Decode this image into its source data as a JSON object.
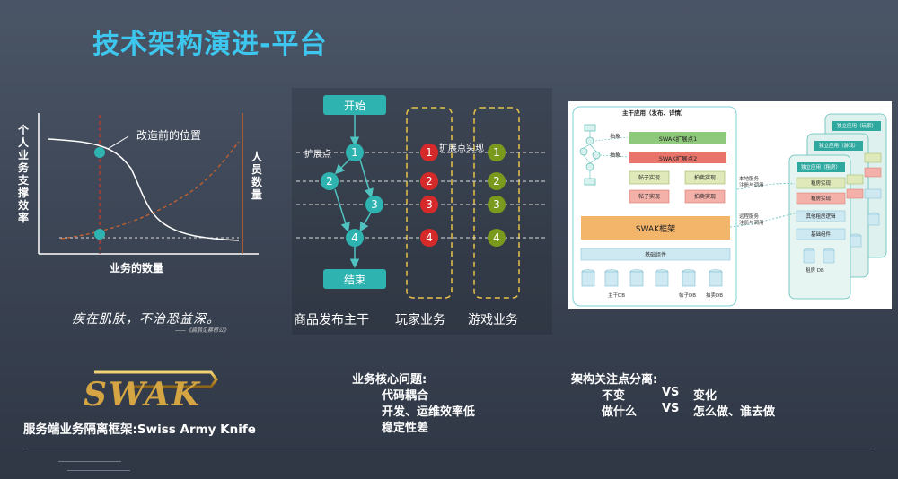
{
  "title": "技术架构演进-平台",
  "chart": {
    "ylabel": "个人业务支撑效率",
    "y2label": "人员数量",
    "xlabel": "业务的数量",
    "annotation": "改造前的位置"
  },
  "quote": {
    "text": "疾在肌肤，不治恐益深。",
    "signature": "——《扁鹊见蔡桓公》"
  },
  "flow": {
    "start": "开始",
    "end": "结束",
    "ext_label": "扩展点",
    "ext_impl": "扩展点实现",
    "nodes": [
      "1",
      "2",
      "3",
      "4"
    ],
    "columns": [
      "商品发布主干",
      "玩家业务",
      "游戏业务"
    ],
    "colors": {
      "teal": "#2fb3b0",
      "red": "#d62a2a",
      "olive": "#7a9a1e",
      "accent": "#e8c24a"
    }
  },
  "arch": {
    "main_title": "主干应用（发布、详情）",
    "abstract1": "抽象",
    "abstract2": "抽象",
    "ext1": "SWAK扩展点1",
    "ext2": "SWAK扩展点2",
    "impl_post1": "帖子实现",
    "impl_auction1": "拍卖实现",
    "impl_post2": "帖子实现",
    "impl_auction2": "拍卖实现",
    "framework": "SWAK框架",
    "base": "基础组件",
    "main_db": "主干DB",
    "post_db": "帖子DB",
    "auction_db": "拍卖DB",
    "local_call": "本地服务\n注册与调用",
    "remote_call": "远程服务\n注册与调用",
    "ind_player": "独立应用（玩家）",
    "ind_game": "独立应用（游戏）",
    "ind_rent": "独立应用（租房）",
    "rent_impl1": "租房实现",
    "rent_impl2": "租房实现",
    "rent_other": "其他租房逻辑",
    "rent_base": "基础组件",
    "rent_db": "租房 DB"
  },
  "swak_logo": "SWAK",
  "swak_caption": "服务端业务隔离框架:Swiss Army Knife",
  "core_issues": {
    "title": "业务核心问题:",
    "items": [
      "代码耦合",
      "开发、运维效率低",
      "稳定性差"
    ]
  },
  "separation": {
    "title": "架构关注点分离:",
    "rows": [
      {
        "left": "不变",
        "vs": "VS",
        "right": "变化"
      },
      {
        "left": "做什么",
        "vs": "VS",
        "right": "怎么做、谁去做"
      }
    ]
  }
}
